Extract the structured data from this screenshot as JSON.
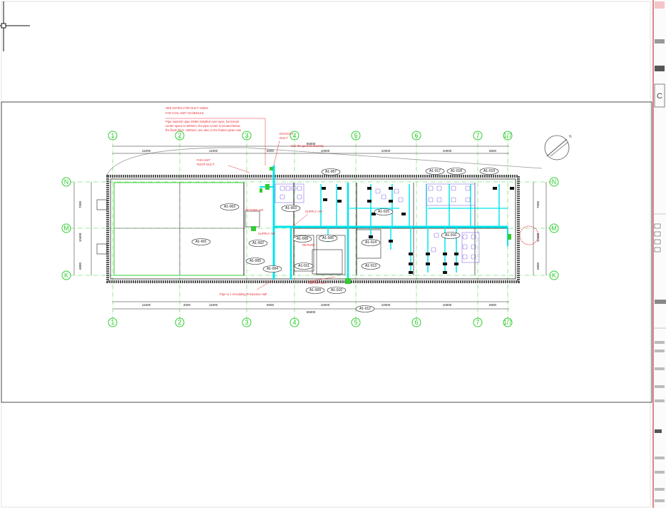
{
  "drawing": {
    "grid_columns": [
      "1",
      "2",
      "3",
      "4",
      "5",
      "6",
      "7",
      "1/7"
    ],
    "grid_rows": [
      "N",
      "M",
      "K"
    ],
    "top_dims": [
      "11000",
      "11000",
      "6000",
      "10000",
      "10000",
      "10000",
      "6500"
    ],
    "top_total": "65000",
    "bottom_dims": [
      "11000",
      "4000",
      "11000",
      "6000",
      "10000",
      "10000",
      "10000",
      "6500"
    ],
    "bottom_total": "65000",
    "left_dims": [
      "7500",
      "10400",
      "6800"
    ],
    "right_dims": [
      "7500",
      "10400",
      "6800"
    ],
    "room_tags": [
      "A1-003",
      "A1-001",
      "A1-002",
      "A1-003",
      "A1-004",
      "A1-005",
      "A1-006",
      "A1-007",
      "A1-008",
      "A1-009",
      "A1-010",
      "A1-011",
      "A1-012",
      "A1-013",
      "A1-014",
      "A1-015",
      "A1-016",
      "A1-017",
      "A1-018",
      "A1-019"
    ],
    "notes": [
      "Pipe material: pipe DN50 installed over layer, horizontal",
      "center space to 600mm, the pipe center is located below",
      "the finish floor ~600mm, see also in the bottom plate note",
      "Pipe to 1 st building Production Hall",
      "See the general drawing"
    ]
  },
  "colors": {
    "grid": "#32cd32",
    "walls": "#222222",
    "ducts": "#00e5ee",
    "annotation": "#e8323c",
    "furniture": "#8a6fe8",
    "border": "#c8323c"
  }
}
